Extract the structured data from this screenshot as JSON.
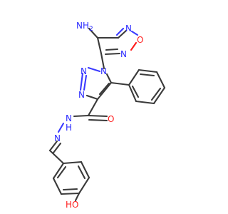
{
  "atoms": {
    "nh2_top": "NH",
    "nh2_top_sub": "2",
    "fur_n_right": "N",
    "fur_o": "O",
    "fur_n_bottom": "N",
    "tri_n1": "N",
    "tri_n2": "N",
    "tri_n3": "N",
    "carbonyl_o": "O",
    "hydrazide_nh": "N",
    "hydrazide_h": "H",
    "hydrazone_n": "N",
    "phenol_ho": "HO"
  },
  "colors": {
    "carbon_bond": "#3a3a3a",
    "nitrogen": "#2a2aff",
    "oxygen": "#ff1f1f",
    "background": "#ffffff"
  }
}
